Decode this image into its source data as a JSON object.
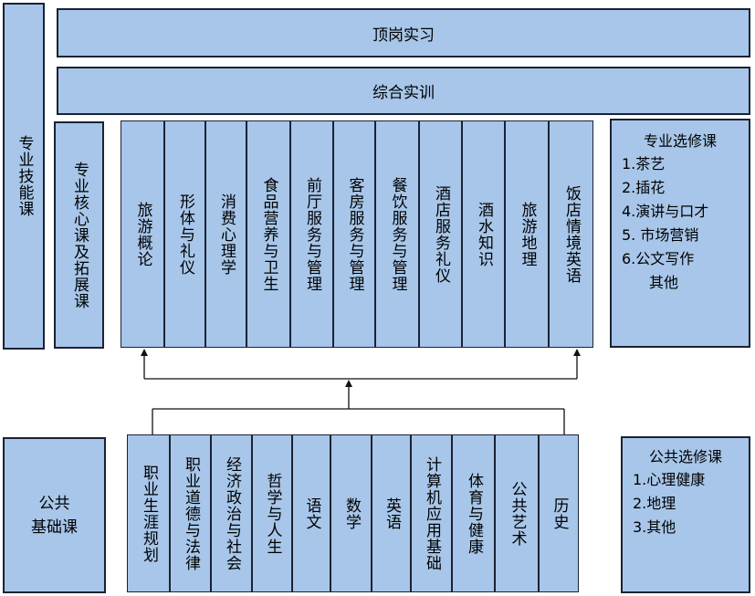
{
  "top": {
    "internship": "顶岗实习",
    "training": "综合实训"
  },
  "left": {
    "professional_skills": "专业技能课",
    "core_courses": "专业核心课及拓展课",
    "public_line1": "公共",
    "public_line2": "基础课"
  },
  "core_columns": [
    "旅游概论",
    "形体与礼仪",
    "消费心理学",
    "食品营养与卫生",
    "前厅服务与管理",
    "客房服务与管理",
    "餐饮服务与管理",
    "酒店服务礼仪",
    "酒水知识",
    "旅游地理",
    "饭店情境英语"
  ],
  "public_columns": [
    "职业生涯规划",
    "职业道德与法律",
    "经济政治与社会",
    "哲学与人生",
    "语文",
    "数学",
    "英语",
    "计算机应用基础",
    "体育与健康",
    "公共艺术",
    "历史"
  ],
  "professional_electives": {
    "title": "专业选修课",
    "items": [
      "1.茶艺",
      "2.插花",
      "4.演讲与口才",
      "5.  市场营销",
      "6.公文写作",
      "其他"
    ]
  },
  "public_electives": {
    "title": "公共选修课",
    "items": [
      "1.心理健康",
      "2.地理",
      "3.其他"
    ]
  },
  "colors": {
    "box_fill": "#a7c6e9",
    "border": "#1a2233"
  }
}
